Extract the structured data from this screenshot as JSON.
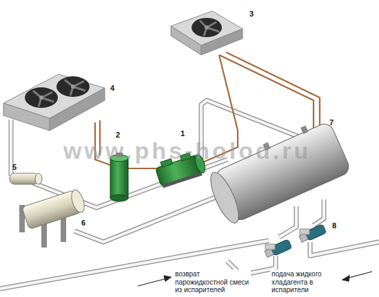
{
  "diagram": {
    "labels": [
      "1",
      "2",
      "3",
      "4",
      "5",
      "6",
      "7",
      "8",
      "www.phs-holod.ru",
      "возврат парожидкостной смеси из испарителей",
      "подача жидкого хладагента в испарители"
    ]
  }
}
